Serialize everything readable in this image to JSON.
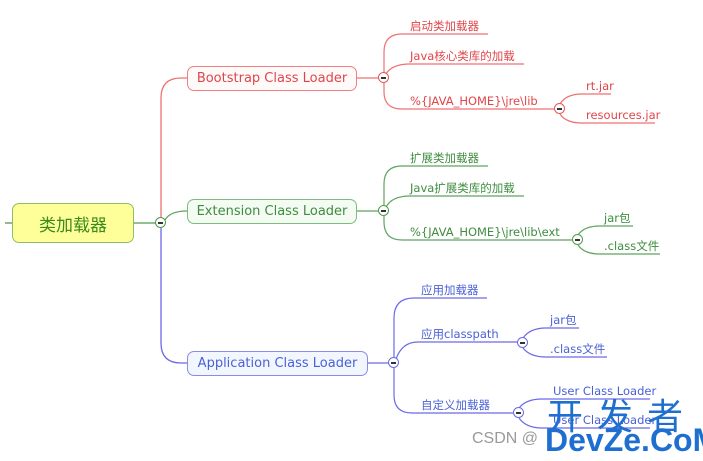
{
  "root": {
    "label": "类加载器"
  },
  "branches": [
    {
      "label": "Bootstrap Class Loader",
      "color": "#e0454a",
      "children": [
        {
          "label": "启动类加载器"
        },
        {
          "label": "Java核心类库的加载"
        },
        {
          "label": "%{JAVA_HOME}\\jre\\lib",
          "children": [
            {
              "label": "rt.jar"
            },
            {
              "label": "resources.jar"
            }
          ]
        }
      ]
    },
    {
      "label": "Extension Class Loader",
      "color": "#3f8c3f",
      "children": [
        {
          "label": "扩展类加载器"
        },
        {
          "label": "Java扩展类库的加载"
        },
        {
          "label": "%{JAVA_HOME}\\jre\\lib\\ext",
          "children": [
            {
              "label": "jar包"
            },
            {
              "label": ".class文件"
            }
          ]
        }
      ]
    },
    {
      "label": "Application Class Loader",
      "color": "#4a61d6",
      "children": [
        {
          "label": "应用加载器"
        },
        {
          "label": "应用classpath",
          "children": [
            {
              "label": "jar包"
            },
            {
              "label": ".class文件"
            }
          ]
        },
        {
          "label": "自定义加载器",
          "children": [
            {
              "label": "User Class Loader"
            },
            {
              "label": "User Class Loader"
            }
          ]
        }
      ]
    }
  ],
  "watermarks": {
    "csdn": "CSDN @",
    "site_cn": "开发者",
    "site_en": "DevZe.CoM"
  }
}
